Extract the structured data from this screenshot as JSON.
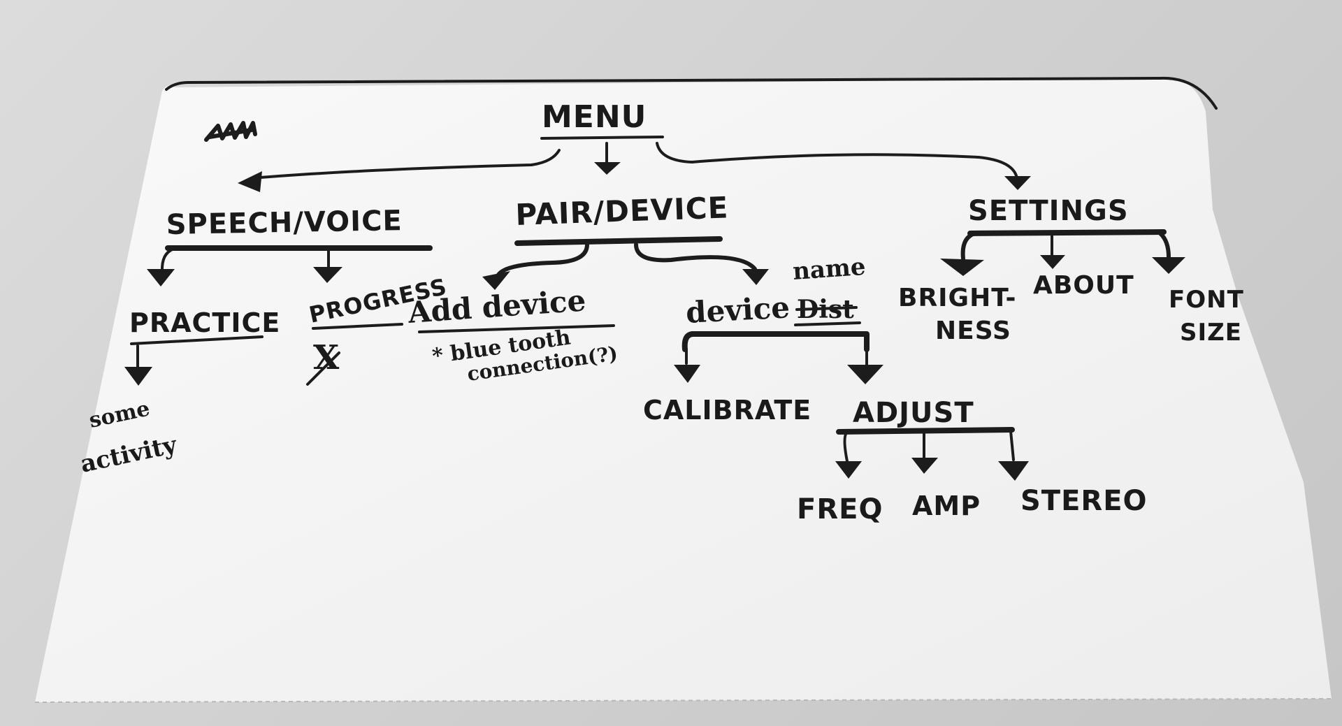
{
  "diagram": {
    "root": "MENU",
    "branches": [
      {
        "label": "SPEECH/VOICE",
        "children": [
          {
            "label": "PRACTICE",
            "children": [
              "some",
              "activity"
            ]
          },
          {
            "label": "PROGRESS",
            "children": [
              "X"
            ]
          }
        ]
      },
      {
        "label": "PAIR/DEVICE",
        "children": [
          {
            "label": "Add device",
            "note": [
              "* blue tooth",
              "connection(?)"
            ]
          },
          {
            "label": "device",
            "struck_word": "Dist",
            "over_word": "name",
            "children": [
              {
                "label": "CALIBRATE"
              },
              {
                "label": "ADJUST",
                "children": [
                  "FREQ",
                  "AMP",
                  "STEREO"
                ]
              }
            ]
          }
        ]
      },
      {
        "label": "SETTINGS",
        "children": [
          {
            "label": [
              "BRIGHT-",
              "NESS"
            ]
          },
          {
            "label": "ABOUT"
          },
          {
            "label": [
              "FONT",
              "SIZE"
            ]
          }
        ]
      }
    ]
  },
  "colors": {
    "paper": "#f7f7f7",
    "ink": "#1c1c1c",
    "background": "#d0d0d0"
  }
}
